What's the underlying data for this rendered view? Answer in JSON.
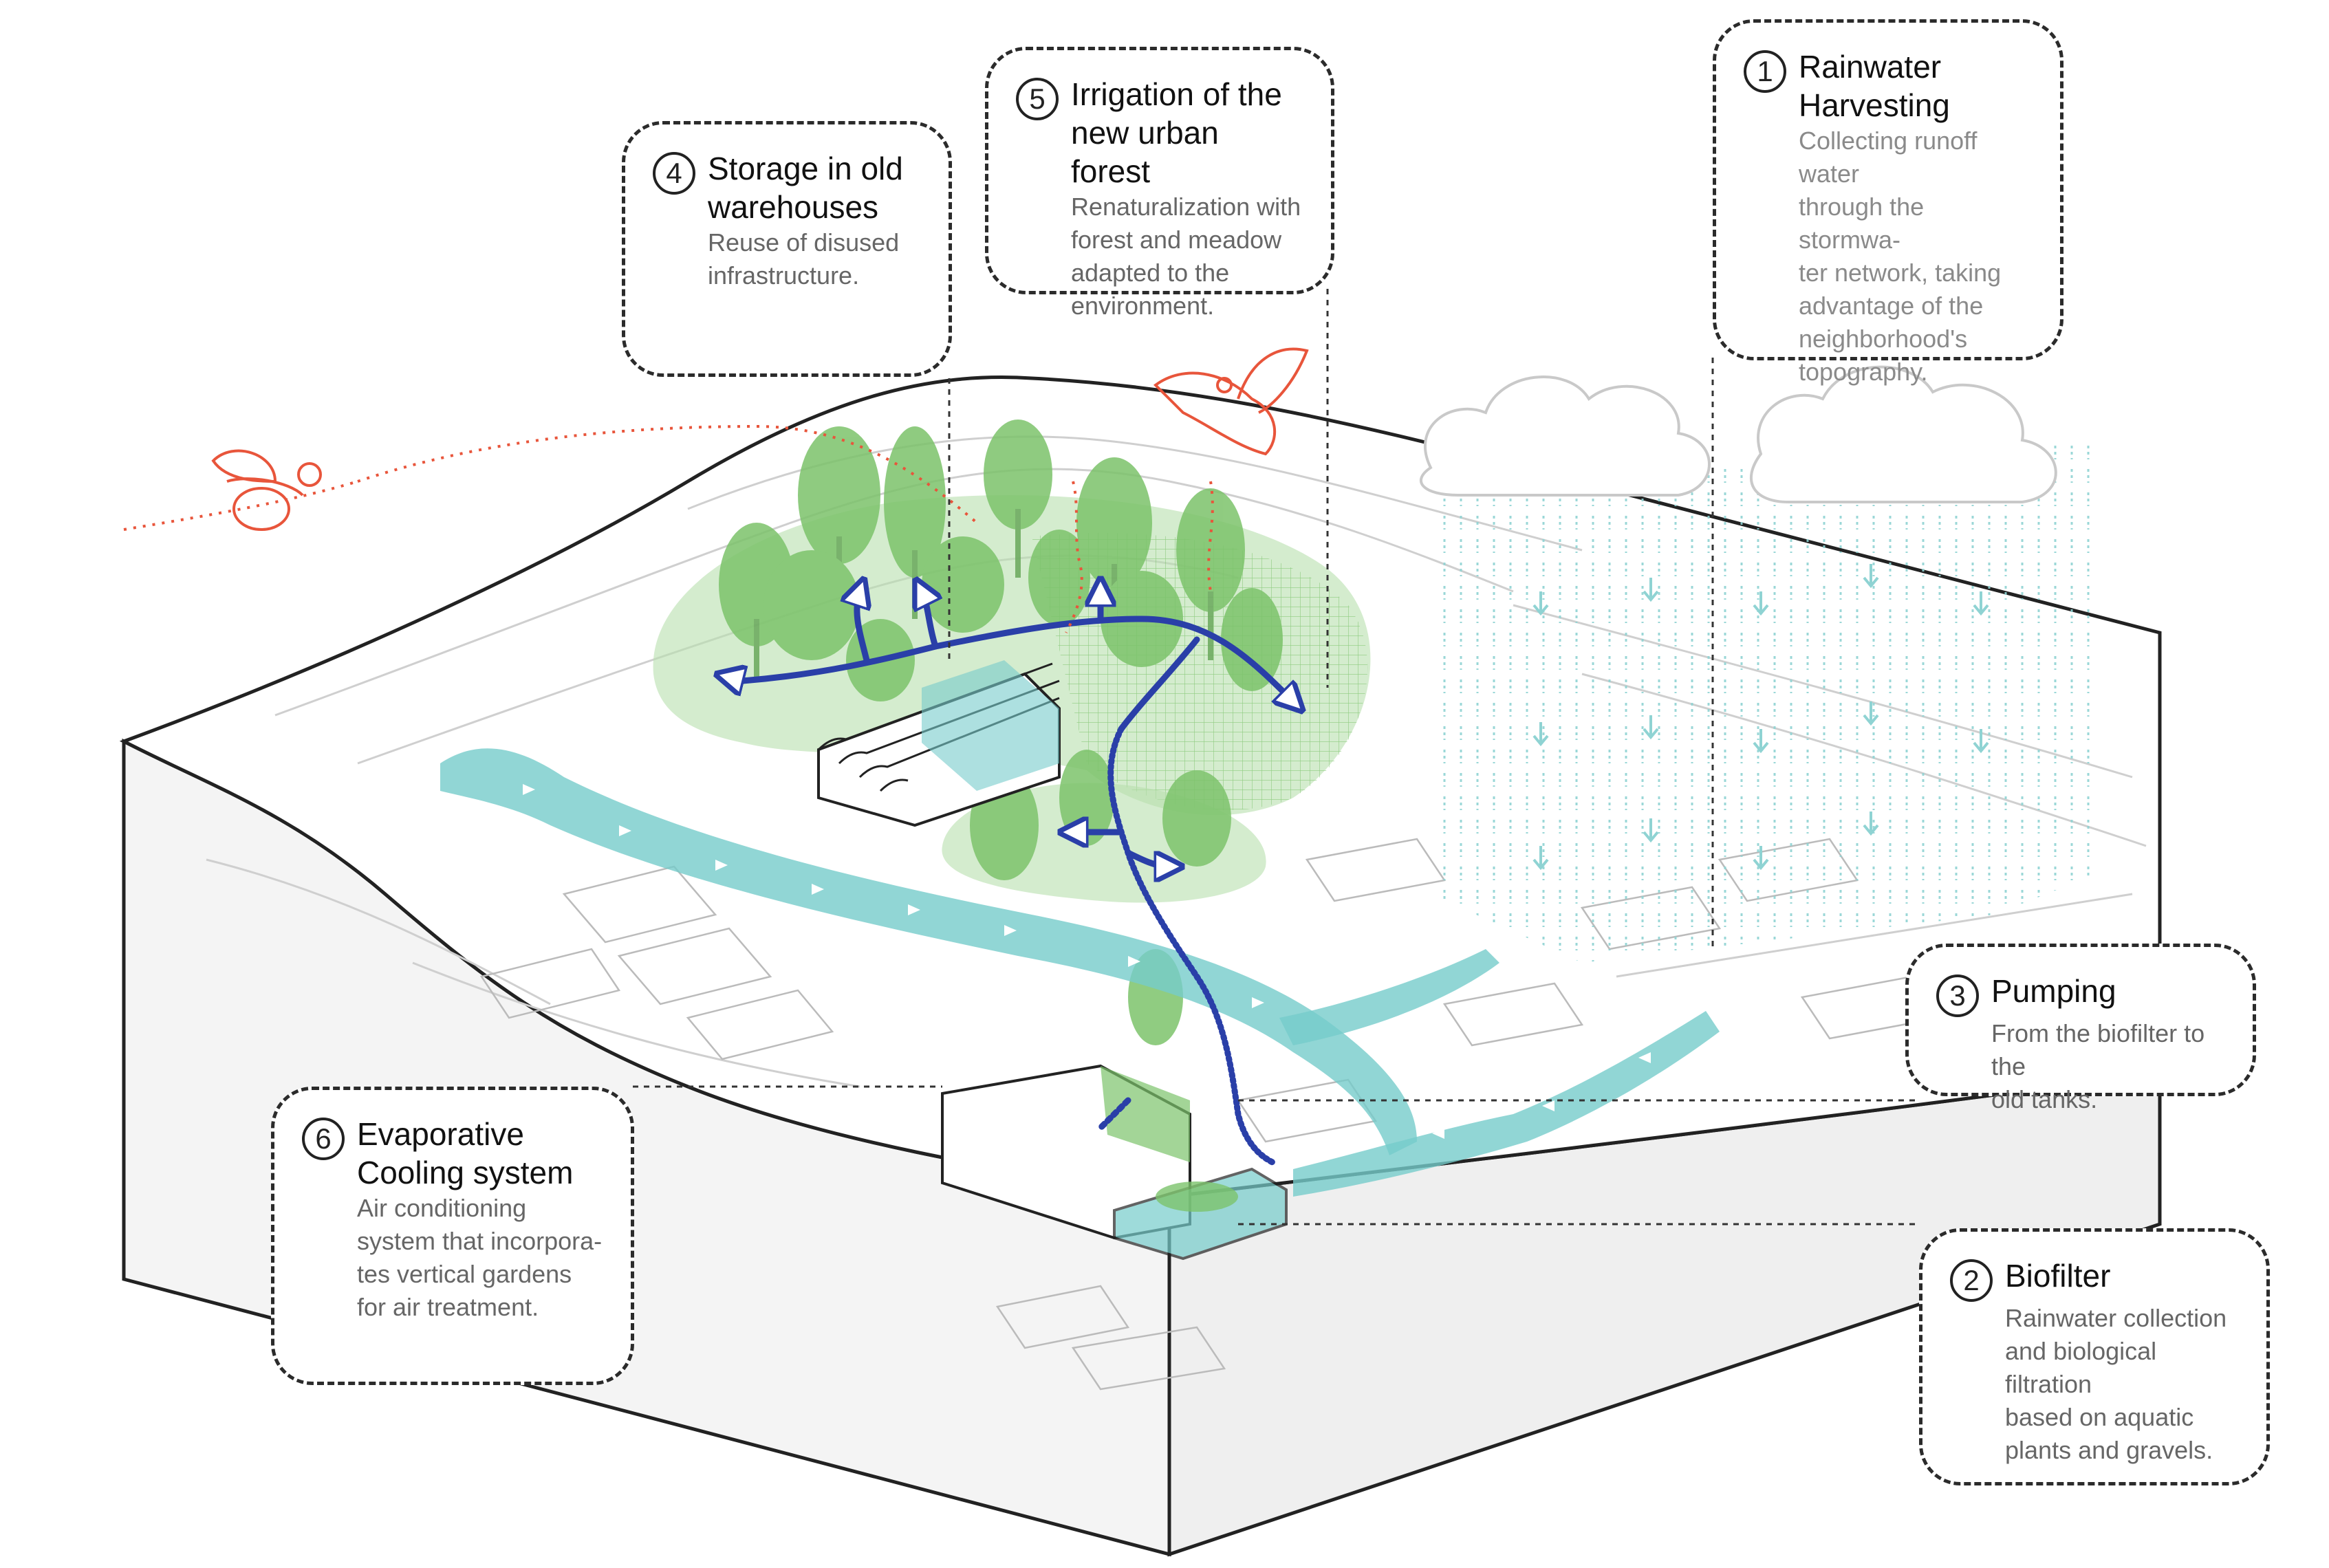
{
  "callouts": {
    "c1": {
      "num": "1",
      "title": "Rainwater\nHarvesting",
      "desc": "Collecting runoff water\nthrough the stormwa-\nter network, taking\nadvantage of the\nneighborhood's\ntopography."
    },
    "c2": {
      "num": "2",
      "title": "Biofilter",
      "desc": "Rainwater collection\nand biological filtration\nbased on aquatic\nplants and gravels."
    },
    "c3": {
      "num": "3",
      "title": "Pumping",
      "desc": "From the biofilter to the\nold tanks."
    },
    "c4": {
      "num": "4",
      "title": "Storage in old\nwarehouses",
      "desc": "Reuse of disused\ninfrastructure."
    },
    "c5": {
      "num": "5",
      "title": "Irrigation of the\nnew urban forest",
      "desc": "Renaturalization with\nforest and meadow\nadapted to the\nenvironment."
    },
    "c6": {
      "num": "6",
      "title": "Evaporative\nCooling system",
      "desc": "Air conditioning\nsystem that incorpora-\ntes vertical gardens\nfor air treatment."
    }
  },
  "colors": {
    "forest_green": "#7cc36b",
    "meadow_green": "#b7e0ad",
    "water_teal": "#76cccb",
    "irrigation_blue": "#2a3fa8",
    "rain_teal": "#9fd9d9",
    "fauna_red": "#e8553b",
    "outline": "#222222"
  },
  "icons": [
    "bee-icon",
    "bird-icon",
    "cloud-icon",
    "tree-icon",
    "arrow-icon"
  ]
}
